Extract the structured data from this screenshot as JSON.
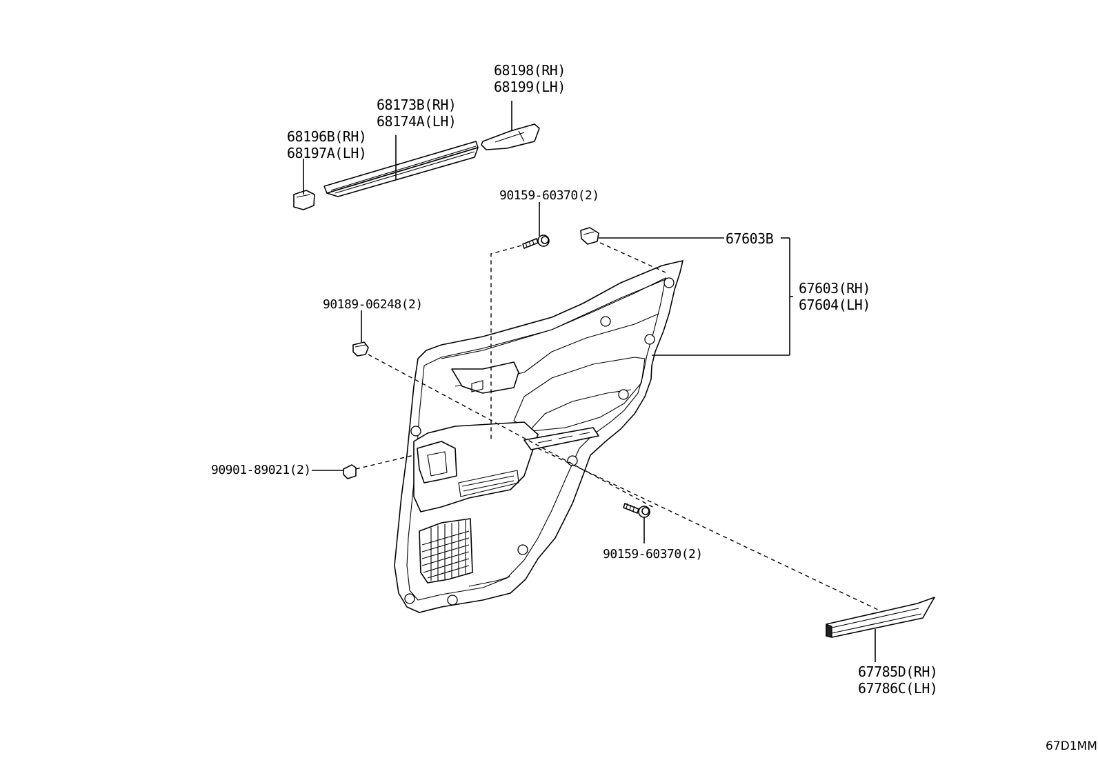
{
  "diagram_code": "67D1MM",
  "parts": {
    "corner_piece": {
      "rh": "68196B(RH)",
      "lh": "68197A(LH)"
    },
    "belt_moulding": {
      "rh": "68173B(RH)",
      "lh": "68174A(LH)"
    },
    "end_bracket": {
      "rh": "68198(RH)",
      "lh": "68199(LH)"
    },
    "screw_top": {
      "label": "90159-60370(2)"
    },
    "clip_top": {
      "label": "67603B"
    },
    "door_panel": {
      "rh": "67603(RH)",
      "lh": "67604(LH)"
    },
    "clip_left": {
      "label": "90189-06248(2)"
    },
    "retainer_left": {
      "label": "90901-89021(2)"
    },
    "screw_bottom": {
      "label": "90159-60370(2)"
    },
    "garnish": {
      "rh": "67785D(RH)",
      "lh": "67786C(LH)"
    }
  }
}
